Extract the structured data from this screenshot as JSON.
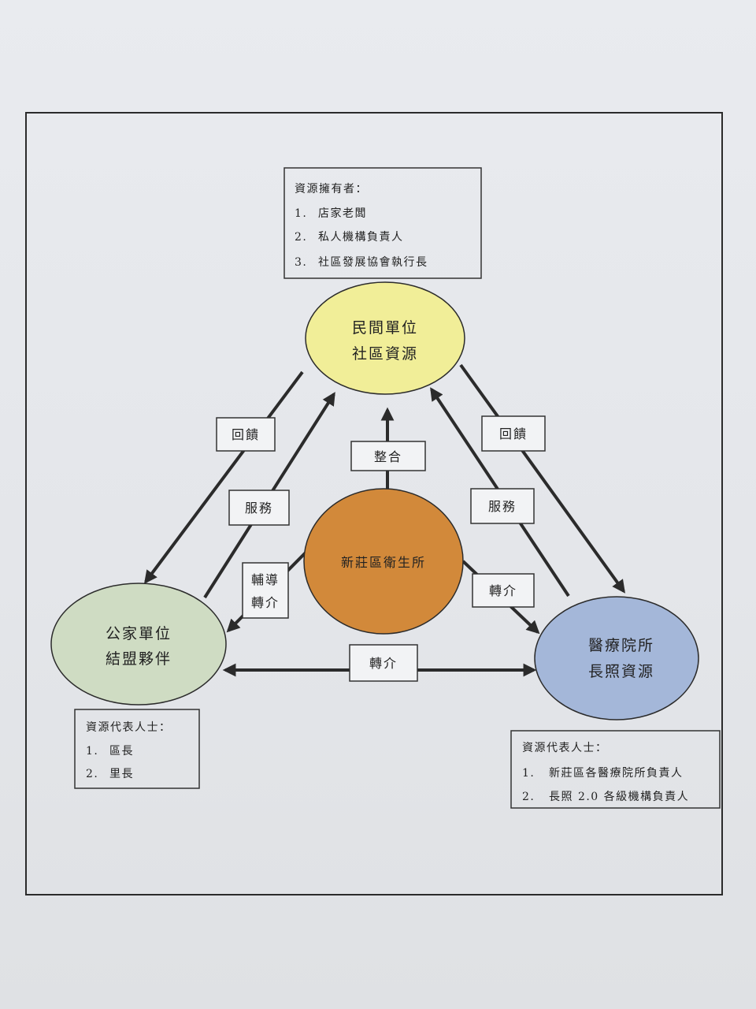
{
  "top_box": {
    "title": "資源擁有者：",
    "items": [
      {
        "num": "1.",
        "text": "店家老闆"
      },
      {
        "num": "2.",
        "text": "私人機構負責人"
      },
      {
        "num": "3.",
        "text": "社區發展協會執行長"
      }
    ]
  },
  "left_box": {
    "title": "資源代表人士：",
    "items": [
      {
        "num": "1.",
        "text": "區長"
      },
      {
        "num": "2.",
        "text": "里長"
      }
    ]
  },
  "right_box": {
    "title": "資源代表人士：",
    "items": [
      {
        "num": "1.",
        "text": "新莊區各醫療院所負責人"
      },
      {
        "num": "2.",
        "text": "長照 2.0 各級機構負責人"
      }
    ]
  },
  "nodes": {
    "top": {
      "line1": "民間單位",
      "line2": "社區資源",
      "color": "#f1ee98"
    },
    "center": {
      "label": "新莊區衛生所",
      "color": "#d2893a"
    },
    "left": {
      "line1": "公家單位",
      "line2": "結盟夥伴",
      "color": "#cfdcc3"
    },
    "right": {
      "line1": "醫療院所",
      "line2": "長照資源",
      "color": "#a4b7d9"
    }
  },
  "edge_labels": {
    "left_feedback": "回饋",
    "left_service": "服務",
    "integrate": "整合",
    "right_feedback": "回饋",
    "right_service": "服務",
    "guide_line1": "輔導",
    "guide_line2": "轉介",
    "refer_center": "轉介",
    "refer_bottom": "轉介"
  }
}
